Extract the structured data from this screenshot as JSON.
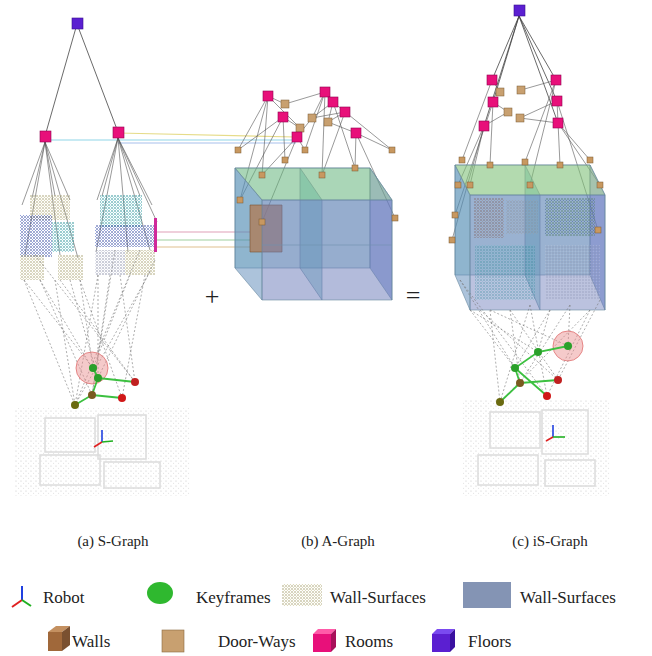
{
  "diagram": {
    "labels": [
      "(a) S-Graph",
      "(b) A-Graph",
      "(c) iS-Graph",
      "+",
      "="
    ],
    "legend": [
      {
        "text": "Robot"
      },
      {
        "text": "Keyframes"
      },
      {
        "text": "Wall-Surfaces"
      },
      {
        "text": "Wall-Surfaces",
        "color": "#8494b4"
      },
      {
        "text": "Walls"
      },
      {
        "text": "Door-Ways"
      },
      {
        "text": "Rooms"
      },
      {
        "text": "Floors"
      }
    ]
  }
}
